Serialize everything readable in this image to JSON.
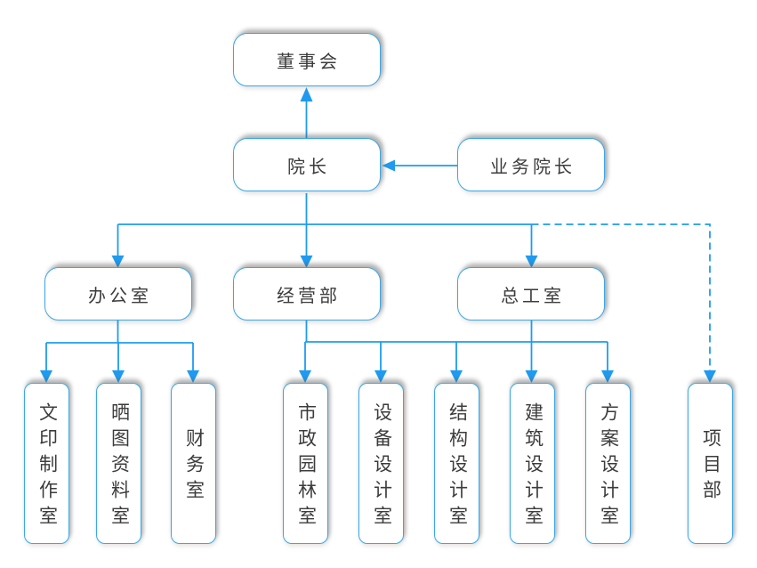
{
  "diagram": {
    "type": "org-chart",
    "colors": {
      "connector_line": "#1e9bf0",
      "box_border": "#3aa7e8",
      "box_fill": "#ffffff",
      "text": "#3c3c3c",
      "background": "#ffffff"
    },
    "nodes": {
      "board": {
        "label": "董事会"
      },
      "dean": {
        "label": "院长"
      },
      "business_dean": {
        "label": "业务院长"
      },
      "office": {
        "label": "办公室"
      },
      "operations": {
        "label": "经营部"
      },
      "chief_engineer": {
        "label": "总工室"
      },
      "print_room": {
        "label": "文印制作室"
      },
      "blueprint_room": {
        "label": "晒图资料室"
      },
      "finance_room": {
        "label": "财务室"
      },
      "municipal_garden_room": {
        "label": "市政园林室"
      },
      "equipment_design_room": {
        "label": "设备设计室"
      },
      "structure_design_room": {
        "label": "结构设计室"
      },
      "architecture_design_room": {
        "label": "建筑设计室"
      },
      "scheme_design_room": {
        "label": "方案设计室"
      },
      "project_dept": {
        "label": "项目部"
      }
    },
    "edges": [
      {
        "from": "dean",
        "to": "board",
        "style": "solid",
        "arrow": "up"
      },
      {
        "from": "business_dean",
        "to": "dean",
        "style": "solid",
        "arrow": "left"
      },
      {
        "from": "dean",
        "to": "office",
        "style": "solid",
        "arrow": "down"
      },
      {
        "from": "dean",
        "to": "operations",
        "style": "solid",
        "arrow": "down"
      },
      {
        "from": "dean",
        "to": "chief_engineer",
        "style": "solid",
        "arrow": "down"
      },
      {
        "from": "dean",
        "to": "project_dept",
        "style": "dashed",
        "arrow": "down"
      },
      {
        "from": "office",
        "to": "print_room",
        "style": "solid",
        "arrow": "down"
      },
      {
        "from": "office",
        "to": "blueprint_room",
        "style": "solid",
        "arrow": "down"
      },
      {
        "from": "office",
        "to": "finance_room",
        "style": "solid",
        "arrow": "down"
      },
      {
        "from": "operations",
        "to": "municipal_garden_room",
        "style": "solid",
        "arrow": "down"
      },
      {
        "from": "operations",
        "to": "equipment_design_room",
        "style": "solid",
        "arrow": "down"
      },
      {
        "from": "operations",
        "to": "structure_design_room",
        "style": "solid",
        "arrow": "down"
      },
      {
        "from": "chief_engineer",
        "to": "architecture_design_room",
        "style": "solid",
        "arrow": "down"
      },
      {
        "from": "chief_engineer",
        "to": "scheme_design_room",
        "style": "solid",
        "arrow": "down"
      }
    ]
  }
}
